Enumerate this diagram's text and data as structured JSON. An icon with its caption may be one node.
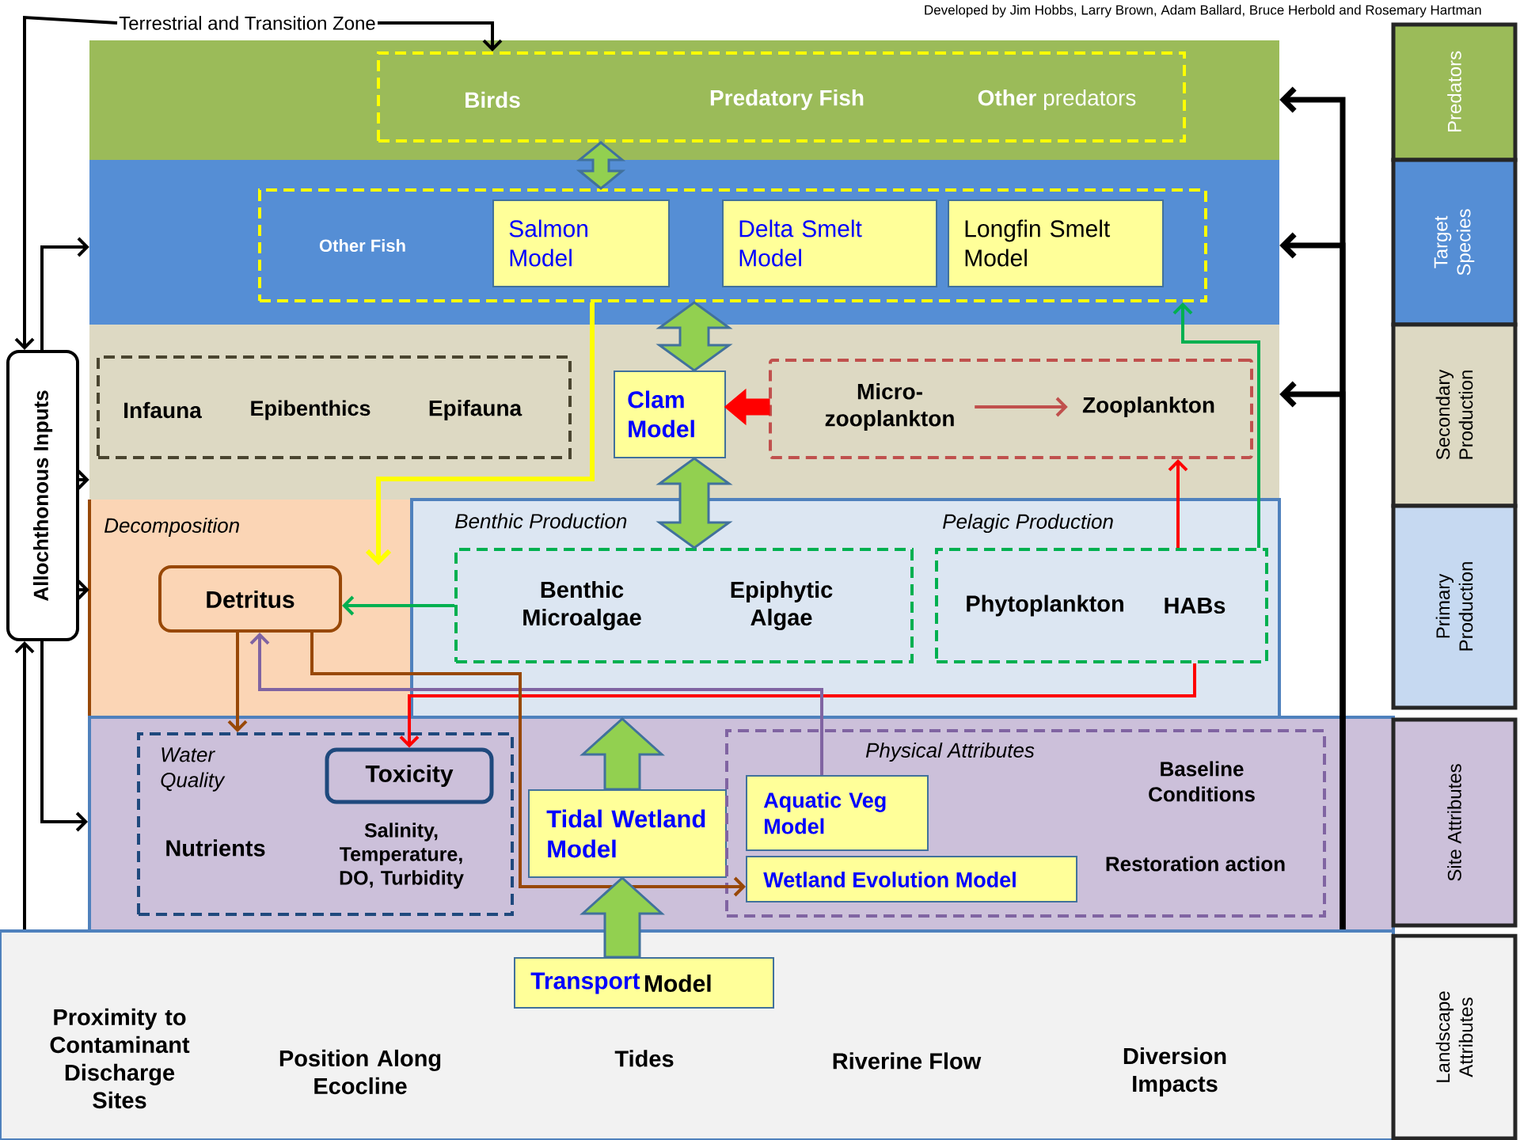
{
  "diagram": {
    "nodes": [
      {
        "text": [
          "Terrestrial and Transition Zone"
        ]
      },
      {
        "text": [],
        "shape": "band"
      },
      {
        "text": [
          "Birds",
          "Predatory Fish",
          "**Other** predators"
        ],
        "in": 1
      },
      {
        "text": [],
        "shape": "band"
      },
      {
        "text": [
          "Other Fish"
        ],
        "in": 3
      },
      {
        "text": [
          "Salmon Model"
        ],
        "in": 4
      },
      {
        "text": [
          "Delta Smelt Model"
        ],
        "in": 4
      },
      {
        "text": [
          "Longfin Smelt Model"
        ],
        "in": 4
      },
      {
        "text": [
          "Allochthonous Inputs"
        ]
      },
      {
        "text": [],
        "shape": "band"
      },
      {
        "text": [
          "Infauna",
          "Epibenthics",
          "Epifauna"
        ],
        "in": 9
      },
      {
        "text": [
          "Clam Model"
        ],
        "in": 9
      },
      {
        "text": [],
        "shape": "box",
        "in": 9
      },
      {
        "text": [
          "Micro- zooplankton"
        ],
        "in": 12
      },
      {
        "text": [
          "Zooplankton"
        ],
        "in": 12
      },
      {
        "text": [
          "Decomposition"
        ]
      },
      {
        "text": [
          "Detritus"
        ],
        "in": 15
      },
      {
        "text": [],
        "shape": "band"
      },
      {
        "text": [
          "Benthic Production",
          "Benthic Microalgae",
          "Epiphytic Algae"
        ],
        "in": 17
      },
      {
        "text": [
          "Pelagic Production",
          "Phytoplankton",
          "HABs"
        ],
        "in": 17
      },
      {
        "text": [],
        "shape": "band"
      },
      {
        "text": [
          "Water Quality",
          "Nutrients",
          "Salinity, Temperature, DO, Turbidity"
        ],
        "in": 20
      },
      {
        "text": [
          "Toxicity"
        ],
        "in": 21
      },
      {
        "text": [
          "Tidal Wetland Model"
        ],
        "in": 20
      },
      {
        "text": [
          "Physical Attributes",
          "Baseline Conditions",
          "Restoration action"
        ],
        "in": 20
      },
      {
        "text": [
          "Aquatic Veg Model"
        ],
        "in": 24
      },
      {
        "text": [
          "Wetland Evolution Model"
        ],
        "in": 24
      },
      {
        "text": [
          "Proximity to Contaminant Discharge Sites",
          "Position Along Ecocline",
          "Tides",
          "Riverine Flow",
          "Diversion Impacts"
        ]
      },
      {
        "text": [
          "Transport",
          "Model"
        ],
        "in": 27
      },
      {
        "text": [
          "Predators"
        ]
      },
      {
        "text": [
          "Target Species"
        ]
      },
      {
        "text": [
          "Secondary Production"
        ]
      },
      {
        "text": [
          "Primary Production"
        ]
      },
      {
        "text": [
          "Site Attributes"
        ]
      },
      {
        "text": [
          "Landscape Attributes"
        ]
      }
    ],
    "edges": [
      {
        "from": 0,
        "to": 8,
        "arrow": "to"
      },
      {
        "from": 0,
        "to": 2,
        "arrow": "to"
      },
      {
        "from": 2,
        "to": 4,
        "arrow": "both",
        "style": "thick",
        "color": "#92d050"
      },
      {
        "from": 4,
        "to": 11,
        "arrow": "both",
        "style": "thick",
        "color": "#92d050"
      },
      {
        "from": 11,
        "to": 18,
        "arrow": "both",
        "style": "thick",
        "color": "#92d050"
      },
      {
        "from": 12,
        "to": 11,
        "arrow": "to",
        "style": "thick",
        "color": "#ff0000"
      },
      {
        "from": 13,
        "to": 14,
        "arrow": "to",
        "color": "#c0504d"
      },
      {
        "from": 4,
        "to": 16,
        "arrow": "to",
        "color": "#ffff00"
      },
      {
        "from": 18,
        "to": 16,
        "arrow": "to",
        "color": "#00b050"
      },
      {
        "from": 19,
        "to": 4,
        "arrow": "to",
        "color": "#00b050"
      },
      {
        "from": 19,
        "to": 12,
        "arrow": "to",
        "color": "#ff0000"
      },
      {
        "from": 19,
        "to": 22,
        "arrow": "to",
        "color": "#ff0000"
      },
      {
        "from": 25,
        "to": 16,
        "arrow": "to",
        "color": "#8064a2"
      },
      {
        "from": 16,
        "to": 21,
        "arrow": "to",
        "color": "#984807"
      },
      {
        "from": 16,
        "to": 26,
        "arrow": "to",
        "color": "#984807"
      },
      {
        "from": 28,
        "to": 23,
        "arrow": "to",
        "style": "thick",
        "color": "#92d050"
      },
      {
        "from": 23,
        "to": 17,
        "arrow": "to",
        "style": "thick",
        "color": "#92d050"
      },
      {
        "from": 8,
        "to": 3,
        "arrow": "to"
      },
      {
        "from": 8,
        "to": 9,
        "arrow": "to"
      },
      {
        "from": 8,
        "to": 15,
        "arrow": "to"
      },
      {
        "from": 8,
        "to": 20,
        "arrow": "to"
      },
      {
        "from": 27,
        "to": 8,
        "arrow": "to"
      },
      {
        "from": 27,
        "to": 1,
        "arrow": "to"
      },
      {
        "from": 27,
        "to": 3,
        "arrow": "to"
      },
      {
        "from": 27,
        "to": 9,
        "arrow": "to"
      }
    ],
    "labels": [
      "Developed by Jim Hobbs, Larry Brown, Adam Ballard, Bruce Herbold and Rosemary Hartman"
    ]
  }
}
